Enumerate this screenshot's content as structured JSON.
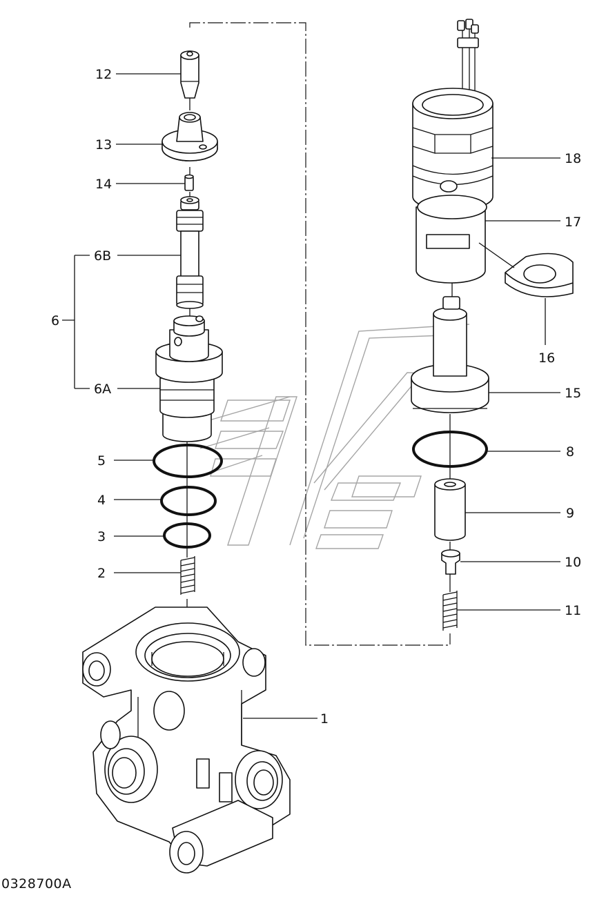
{
  "drawing_code": "0328700A",
  "callouts": {
    "c1": "1",
    "c2": "2",
    "c3": "3",
    "c4": "4",
    "c5": "5",
    "c6": "6",
    "c6a": "6A",
    "c6b": "6B",
    "c8": "8",
    "c9": "9",
    "c10": "10",
    "c11": "11",
    "c12": "12",
    "c13": "13",
    "c14": "14",
    "c15": "15",
    "c16": "16",
    "c17": "17",
    "c18": "18"
  }
}
